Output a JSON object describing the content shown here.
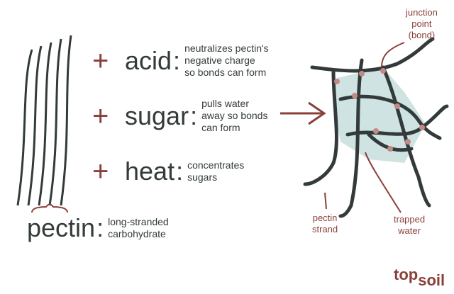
{
  "ingredients": [
    {
      "name": "acid",
      "desc": [
        "neutralizes pectin's",
        "negative charge",
        "so bonds can form"
      ]
    },
    {
      "name": "sugar",
      "desc": [
        "pulls water",
        "away so bonds",
        "can form"
      ]
    },
    {
      "name": "heat",
      "desc": [
        "concentrates",
        "sugars"
      ]
    }
  ],
  "plus": "+",
  "colon": ":",
  "pectin": {
    "name": "pectin",
    "desc": [
      "long-stranded",
      "carbohydrate"
    ]
  },
  "labels": {
    "junction": [
      "junction",
      "point",
      "(bond)"
    ],
    "strand": [
      "pectin",
      "strand"
    ],
    "water": [
      "trapped",
      "water"
    ]
  },
  "logo": {
    "top": "top",
    "soil": "soil"
  },
  "colors": {
    "accent": "#8a3f3a",
    "ink": "#333b3a",
    "gel": "#cfe3e3",
    "leaf": "#8bc34a"
  }
}
